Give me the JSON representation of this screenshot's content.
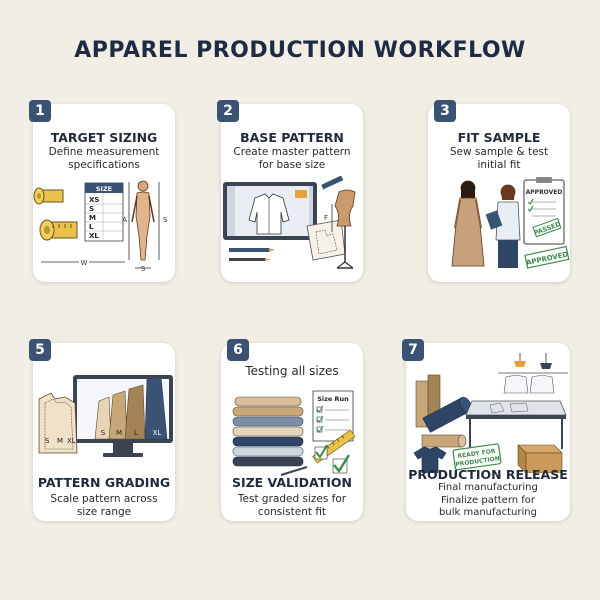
{
  "title": "APPAREL PRODUCTION WORKFLOW",
  "cards": [
    {
      "number": "1",
      "title": "TARGET SIZING",
      "desc_lines": [
        "Define measurement",
        "specifications"
      ],
      "size_chart": {
        "header": "SIZE",
        "sizes": [
          "XS",
          "S",
          "M",
          "L",
          "XL"
        ]
      },
      "dimension_labels": [
        "W",
        "A",
        "S",
        "S"
      ]
    },
    {
      "number": "2",
      "title": "BASE PATTERN",
      "desc_lines": [
        "Create master pattern",
        "for base size"
      ],
      "dimension_labels": [
        "F"
      ]
    },
    {
      "number": "3",
      "title": "FIT SAMPLE",
      "desc_lines": [
        "Sew sample & test",
        "initial fit"
      ],
      "stamps": [
        "APPROVED",
        "PASSED",
        "APPROVED"
      ]
    },
    {
      "number": "5",
      "title": "PATTERN GRADING",
      "desc_lines": [
        "Scale pattern across",
        "size range"
      ],
      "grade_labels": [
        "S",
        "M",
        "XL",
        "S",
        "M",
        "L",
        "XL"
      ]
    },
    {
      "number": "6",
      "heading": "Testing all sizes",
      "title": "SIZE VALIDATION",
      "desc_lines": [
        "Test graded sizes for",
        "consistent fit"
      ],
      "checklist_label": "Size Run"
    },
    {
      "number": "7",
      "title": "PRODUCTION RELEASE",
      "desc_lines": [
        "Final manufacturing",
        "Finalize pattern for",
        "bulk manufacturing"
      ],
      "ready_label_lines": [
        "READY FOR",
        "PRODUCTION"
      ]
    }
  ],
  "colors": {
    "background": "#f1eee6",
    "badge": "#3a5273",
    "tape": "#e8c24a",
    "accent_orange": "#e9a23b",
    "approved_green": "#3c8a4a",
    "navy": "#2f4566"
  }
}
